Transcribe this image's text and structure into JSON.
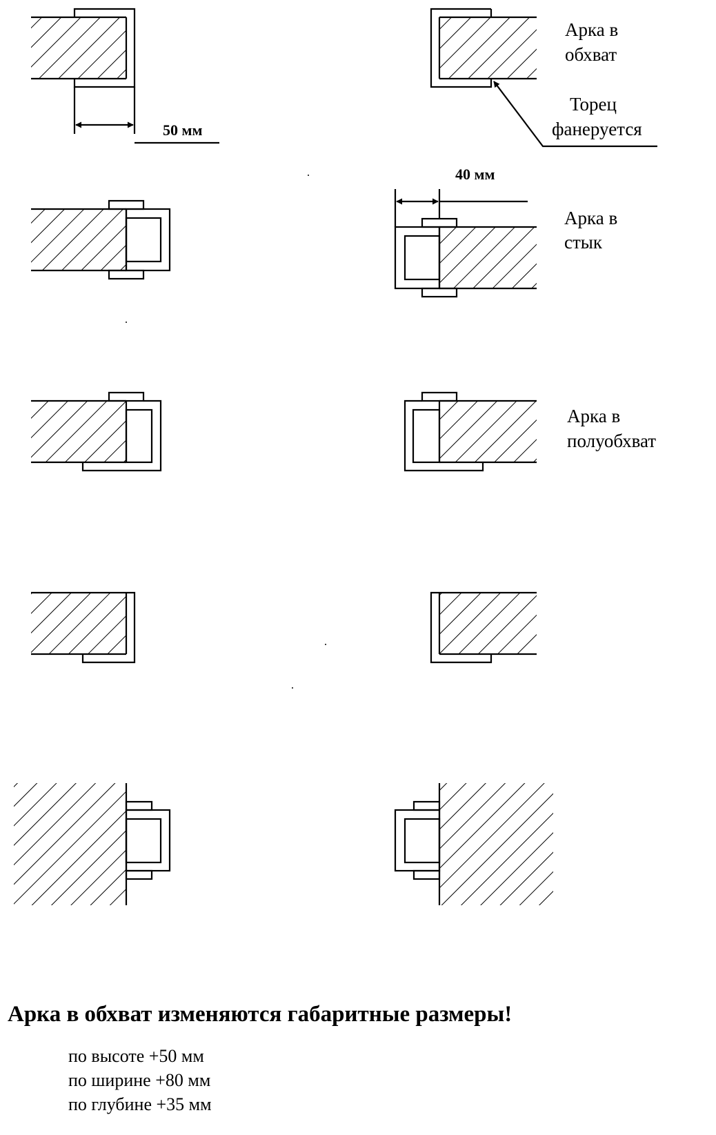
{
  "labels": {
    "arch_wrap": [
      "Арка в",
      "обхват"
    ],
    "end_veneered": [
      "Торец",
      "фанеруется"
    ],
    "arch_joint": [
      "Арка в",
      "стык"
    ],
    "arch_half_wrap": [
      "Арка в",
      "полуобхват"
    ]
  },
  "dimensions": {
    "wrap_offset": "50 мм",
    "joint_offset": "40 мм"
  },
  "note": {
    "title": "Арка в обхват изменяются габаритные размеры!",
    "lines": [
      "по высоте +50 мм",
      "по ширине +80 мм",
      "по глубине +35 мм"
    ]
  }
}
